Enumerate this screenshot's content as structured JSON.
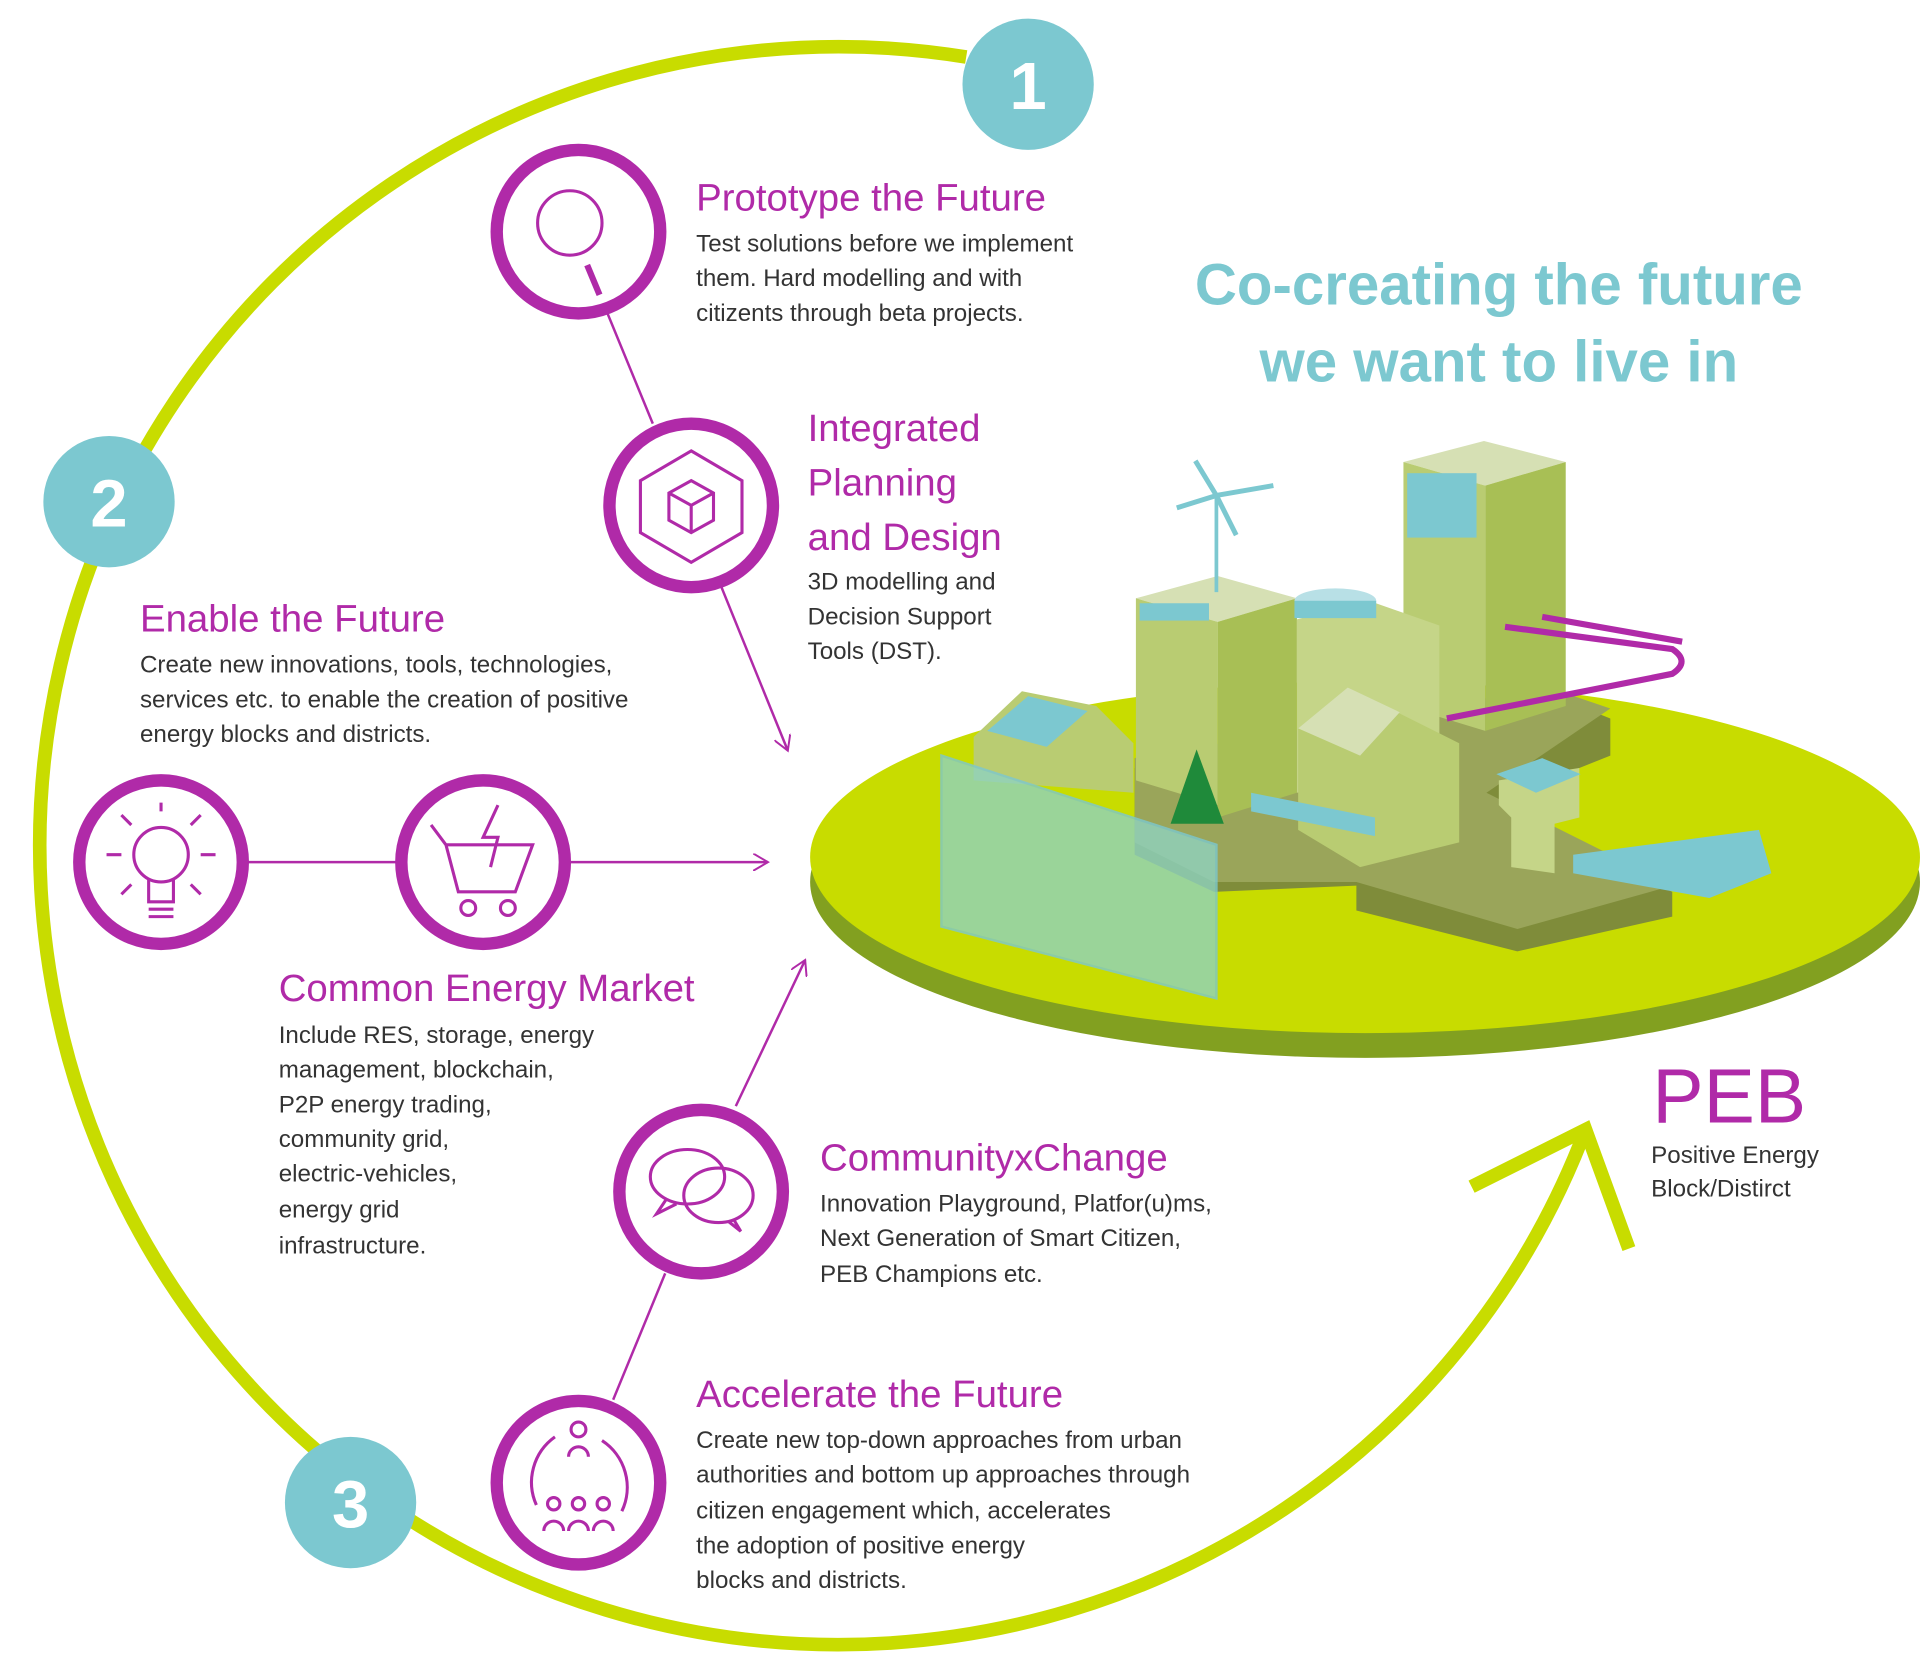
{
  "headline": {
    "line1": "Co-creating the future",
    "line2": "we want to live in"
  },
  "steps": [
    {
      "number": "1"
    },
    {
      "number": "2"
    },
    {
      "number": "3"
    }
  ],
  "sections": {
    "prototype": {
      "title": "Prototype the Future",
      "lines": [
        "Test solutions before we implement",
        "them. Hard modelling and with",
        "citizents through beta projects."
      ],
      "icon": "magnifier-icon"
    },
    "integrated": {
      "title_lines": [
        "Integrated",
        "Planning",
        "and Design"
      ],
      "lines": [
        "3D modelling and",
        "Decision Support",
        "Tools (DST)."
      ],
      "icon": "cube-icon"
    },
    "enable": {
      "title": "Enable the Future",
      "lines": [
        "Create new innovations, tools, technologies,",
        "services etc. to enable the creation of positive",
        "energy blocks and districts."
      ],
      "icon": "lightbulb-icon"
    },
    "market": {
      "title": "Common Energy Market",
      "lines": [
        "Include RES, storage, energy",
        "management, blockchain,",
        "P2P energy trading,",
        "community grid,",
        "electric-vehicles,",
        "energy grid",
        "infrastructure."
      ],
      "icon": "energy-cart-icon"
    },
    "community": {
      "title": "CommunityxChange",
      "lines": [
        "Innovation Playground, Platfor(u)ms,",
        "Next Generation of Smart Citizen,",
        "PEB Champions etc."
      ],
      "icon": "chat-bubbles-icon"
    },
    "accelerate": {
      "title": "Accelerate the Future",
      "lines": [
        "Create new top-down approaches from urban",
        "authorities and bottom up approaches through",
        "citizen engagement which, accelerates",
        "the adoption of positive energy",
        "blocks and districts."
      ],
      "icon": "people-cycle-icon"
    }
  },
  "peb": {
    "title": "PEB",
    "lines": [
      "Positive Energy",
      "Block/Distirct"
    ]
  },
  "colors": {
    "purple": "#b02aa8",
    "teal": "#7cc8d0",
    "lime": "#c8dc00",
    "text": "#333333"
  }
}
